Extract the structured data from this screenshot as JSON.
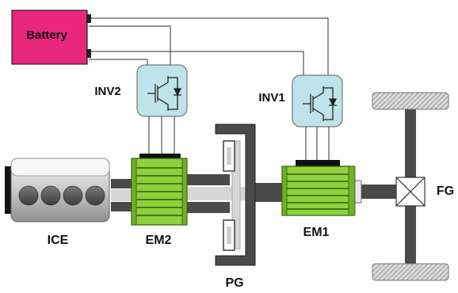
{
  "diagram": {
    "labels": {
      "battery": "Battery",
      "inv2": "INV2",
      "inv1": "INV1",
      "ice": "ICE",
      "em2": "EM2",
      "em1": "EM1",
      "pg": "PG",
      "fg": "FG"
    },
    "colors": {
      "battery_fill": "#e8267c",
      "inverter_fill": "#bfe3ea",
      "motor_green": "#8ed13a",
      "shaft_gray": "#4a4a4a",
      "light_shaft": "#d6d6d6",
      "wire": "#555555",
      "tire": "#cfcfcf"
    }
  }
}
